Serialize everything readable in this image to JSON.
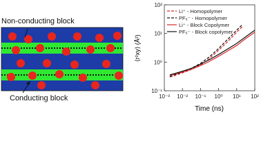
{
  "diagram": {
    "top_label": "Non-conducting block",
    "bottom_label": "Conducting block"
  },
  "chart_data": {
    "type": "line",
    "ylabel": "⟨r²xy⟩ (Å²)",
    "xlabel": "Time (ns)",
    "xscale": "log",
    "yscale": "log",
    "xlim": [
      0.001,
      100
    ],
    "ylim": [
      0.1,
      100
    ],
    "xticks": [
      "10⁻³",
      "10⁻²",
      "10⁻¹",
      "10⁰",
      "10¹",
      "10²"
    ],
    "yticks": [
      "10⁻¹",
      "10⁰",
      "10¹",
      "10²"
    ],
    "legend_position": "top-left",
    "series": [
      {
        "name": "Li⁺ - Homopolymer",
        "color": "#d62728",
        "dash": "dashed",
        "x": [
          0.002,
          0.005,
          0.01,
          0.03,
          0.1,
          0.3,
          1,
          3,
          10,
          20
        ],
        "y": [
          0.3,
          0.36,
          0.42,
          0.55,
          0.8,
          1.3,
          2.6,
          5.0,
          11,
          17
        ]
      },
      {
        "name": "PF₆⁻ - Homopolymer",
        "color": "#111111",
        "dash": "dashed",
        "x": [
          0.002,
          0.005,
          0.01,
          0.03,
          0.1,
          0.3,
          1,
          3,
          10,
          20
        ],
        "y": [
          0.32,
          0.38,
          0.45,
          0.6,
          0.9,
          1.5,
          3.0,
          6.0,
          13,
          20
        ]
      },
      {
        "name": "Li⁺ - Block Copolymer",
        "color": "#d62728",
        "dash": "solid",
        "x": [
          0.002,
          0.005,
          0.01,
          0.03,
          0.1,
          0.3,
          1,
          3,
          10,
          30,
          100
        ],
        "y": [
          0.35,
          0.4,
          0.45,
          0.55,
          0.75,
          1.05,
          1.6,
          2.4,
          3.8,
          6.5,
          11
        ]
      },
      {
        "name": "PF₆⁻ - Block copolymer",
        "color": "#111111",
        "dash": "solid",
        "x": [
          0.002,
          0.005,
          0.01,
          0.03,
          0.1,
          0.3,
          1,
          3,
          10,
          30,
          100
        ],
        "y": [
          0.36,
          0.42,
          0.48,
          0.6,
          0.85,
          1.2,
          1.85,
          2.8,
          4.5,
          7.5,
          13
        ]
      }
    ]
  },
  "colors": {
    "nonconducting": "#1e3ca8",
    "conducting": "#2ee832",
    "ion": "#e8261e"
  }
}
